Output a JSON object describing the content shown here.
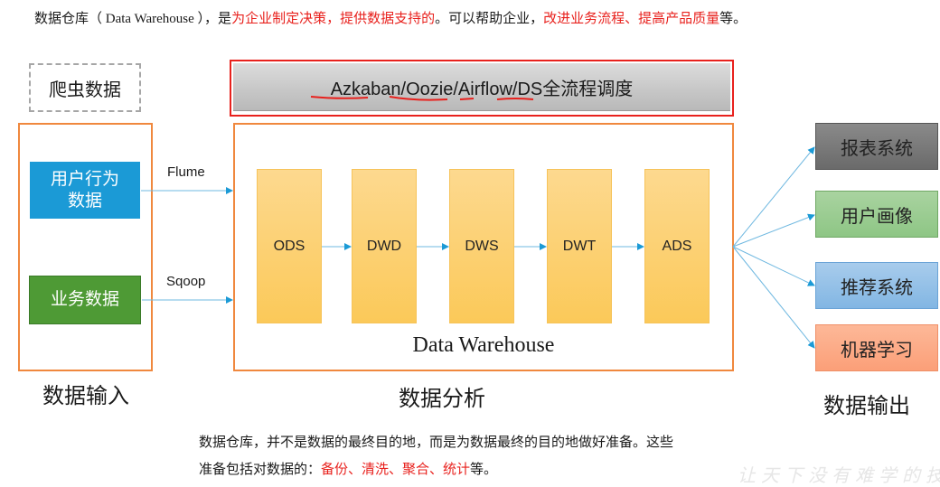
{
  "intro": {
    "parts": [
      {
        "text": "数据仓库（ Data Warehouse ），是",
        "highlight": false
      },
      {
        "text": "为企业制定决策，提供数据支持的",
        "highlight": true
      },
      {
        "text": "。可以帮助企业，",
        "highlight": false
      },
      {
        "text": "改进业务流程、提高产品质量",
        "highlight": true
      },
      {
        "text": "等。",
        "highlight": false
      }
    ]
  },
  "input": {
    "crawler": "爬虫数据",
    "user_behavior": "用户行为\n数据",
    "business": "业务数据",
    "section_label": "数据输入"
  },
  "connectors": {
    "flume": "Flume",
    "sqoop": "Sqoop"
  },
  "scheduler": {
    "label": "Azkaban/Oozie/Airflow/DS全流程调度",
    "underlined": [
      "Azkaban",
      "Oozie",
      "Airflow",
      "DS"
    ]
  },
  "warehouse": {
    "layers": [
      "ODS",
      "DWD",
      "DWS",
      "DWT",
      "ADS"
    ],
    "title": "Data Warehouse",
    "section_label": "数据分析"
  },
  "output": {
    "items": [
      "报表系统",
      "用户画像",
      "推荐系统",
      "机器学习"
    ],
    "section_label": "数据输出"
  },
  "footer": {
    "line1": "数据仓库，并不是数据的最终目的地，而是为数据最终的目的地做好准备。这些",
    "line2_parts": [
      {
        "text": "准备包括对数据的：",
        "highlight": false
      },
      {
        "text": "备份、清洗、聚合、统计",
        "highlight": true
      },
      {
        "text": "等。",
        "highlight": false
      }
    ]
  },
  "watermark": "让天下没有难学的技术",
  "colors": {
    "highlight_red": "#e8211d",
    "frame_orange": "#f0883e",
    "arrow_blue": "#1b9ad6",
    "user_behavior_blue": "#1b9ad6",
    "business_green": "#4e9a35",
    "layer_yellow": "#fbc959",
    "report_gray": "#7a7a7a",
    "profile_green": "#9ccd92",
    "recommend_blue": "#95c1e8",
    "ml_orange": "#fcab88"
  }
}
